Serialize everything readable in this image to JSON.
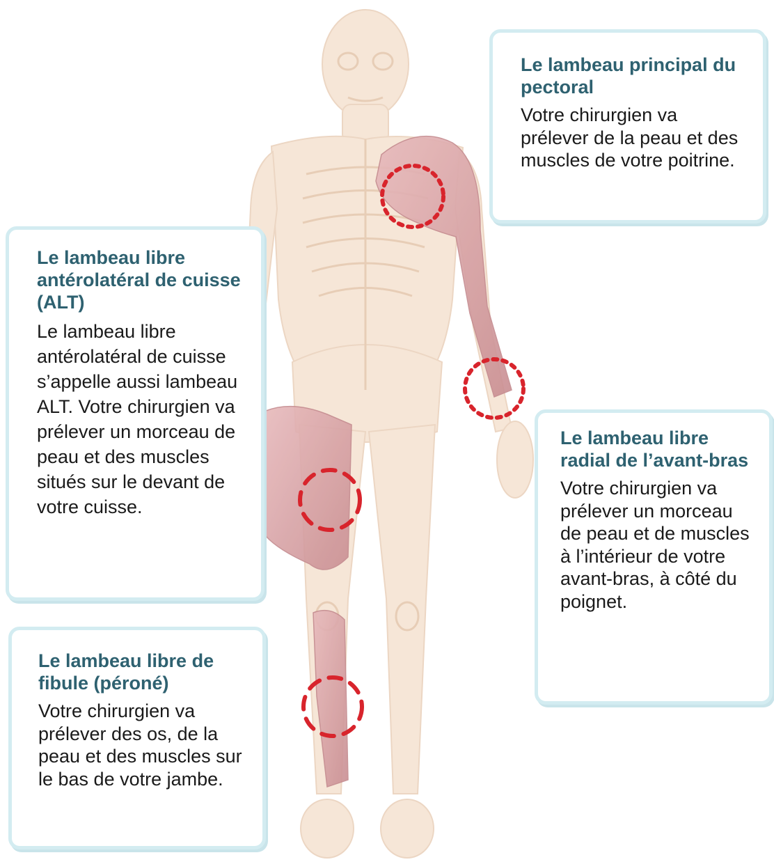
{
  "colors": {
    "panel_border": "#d3ecf1",
    "heading": "#2e6170",
    "marker": "#d8242c",
    "skeleton": "#f3e3d3",
    "muscle": "#d9a6a8"
  },
  "illustration": {
    "subject": "anatomical-body-skeleton-with-muscles",
    "markers": [
      "pectoral-marker",
      "forearm-marker",
      "thigh-marker",
      "fibula-marker"
    ]
  },
  "callouts": {
    "pectoral": {
      "title": "Le lambeau principal du pectoral",
      "body": "Votre chirurgien va prélever de la peau et des muscles de votre poitrine."
    },
    "alt": {
      "title": "Le lambeau libre antérolatéral de cuisse (ALT)",
      "body": "Le lambeau libre antérolatéral de cuisse s’appelle aussi lambeau ALT. Votre chirurgien va prélever un morceau de peau et des muscles situés sur le devant de votre cuisse."
    },
    "radial": {
      "title": "Le lambeau libre radial de l’avant-bras",
      "body": "Votre chirurgien va prélever un morceau de peau et de muscles à l’intérieur de votre avant-bras, à côté du poignet."
    },
    "fibula": {
      "title": "Le lambeau libre de fibule (péroné)",
      "body": "Votre chirurgien va prélever des os, de la peau et des muscles sur le bas de votre jambe."
    }
  }
}
